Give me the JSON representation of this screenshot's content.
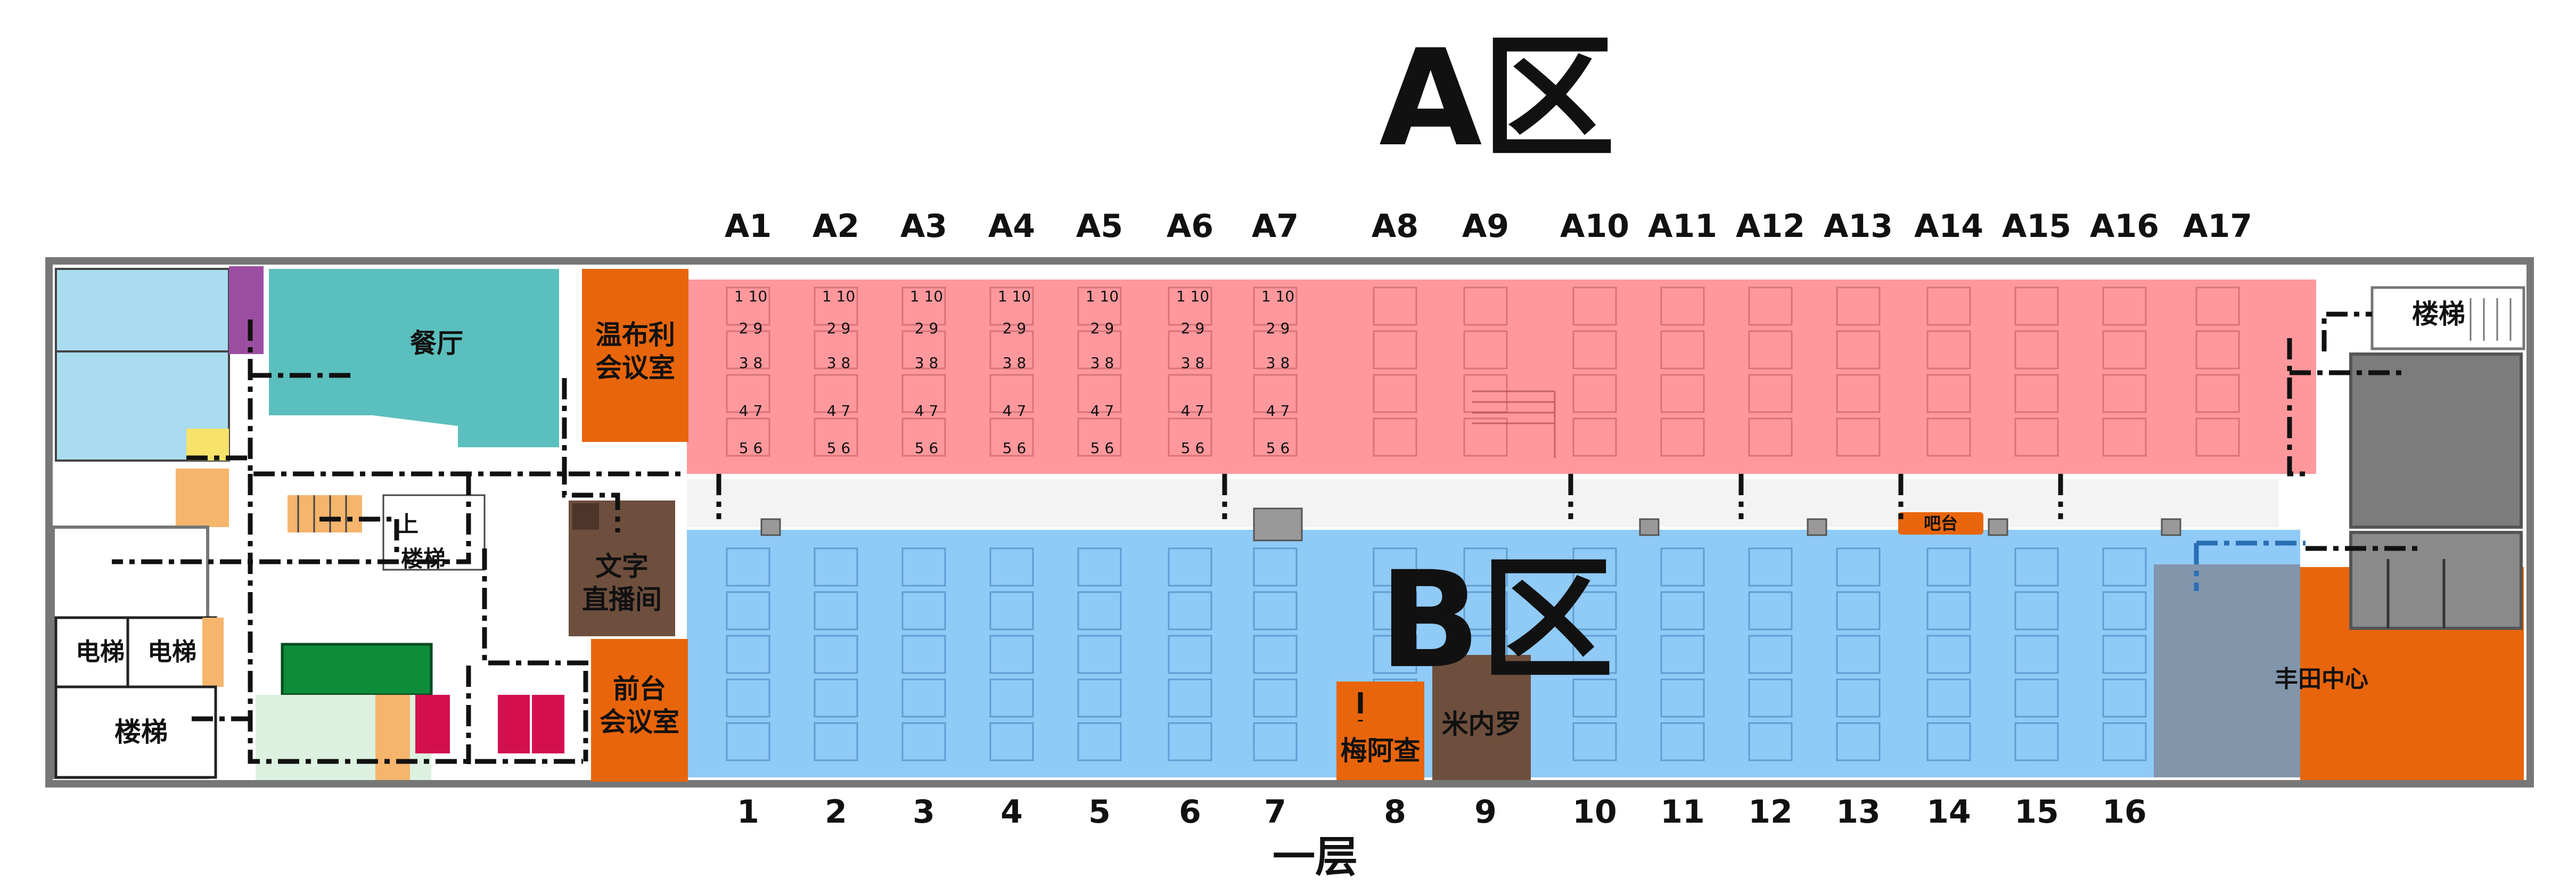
{
  "zone_a": {
    "title": "A区",
    "tint": "#ff8a8f"
  },
  "zone_b": {
    "title": "B区",
    "tint": "#87c6f5"
  },
  "floor_label": "一层",
  "columns_a": [
    "A1",
    "A2",
    "A3",
    "A4",
    "A5",
    "A6",
    "A7",
    "A8",
    "A9",
    "A10",
    "A11",
    "A12",
    "A13",
    "A14",
    "A15",
    "A16",
    "A17"
  ],
  "columns_b": [
    "1",
    "2",
    "3",
    "4",
    "5",
    "6",
    "7",
    "8",
    "9",
    "10",
    "11",
    "12",
    "13",
    "14",
    "15",
    "16"
  ],
  "seat_numbers_rows": [
    "1 10",
    "2 9",
    "3 8",
    "4 7",
    "5 6"
  ],
  "rooms": {
    "canteen": "餐厅",
    "wimbledon_line1": "温布利",
    "wimbledon_line2": "会议室",
    "text_studio_line1": "文字",
    "text_studio_line2": "直播间",
    "reception_line1": "前台",
    "reception_line2": "会议室",
    "meazza": "梅阿查",
    "milan": "米内罗",
    "toyota": "丰田中心",
    "bar": "吧台",
    "stairs_right": "楼梯",
    "stairs_left": "楼梯",
    "stairs_mid": "楼梯",
    "stairs_up": "上",
    "elevator1": "电梯",
    "elevator2": "电梯"
  },
  "colors": {
    "teal": "#5bbfbd",
    "orange": "#e8650c",
    "brown": "#6e4f3d",
    "purple": "#9b4ea1",
    "light_blue": "#a9dcef",
    "green": "#0d8c3a",
    "crimson": "#d40f4f",
    "grey": "#8a8a8a",
    "slate": "#7f8fa3"
  }
}
